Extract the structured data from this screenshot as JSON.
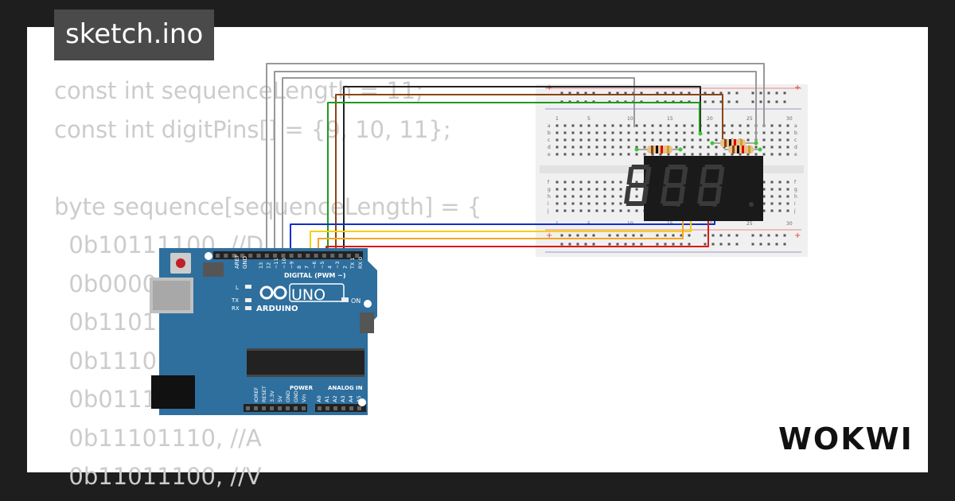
{
  "tab": {
    "filename": "sketch.ino"
  },
  "code_lines": [
    "const int sequenceLength = 11;",
    "const int digitPins[] = {9, 10, 11};",
    "",
    "byte sequence[sequenceLength] = {",
    "  0b10111100, //D",
    "  0b0000",
    "  0b1101",
    "  0b1110",
    "  0b0111",
    "  0b11101110, //A",
    "  0b11011100, //V"
  ],
  "arduino": {
    "model": "UNO",
    "brand": "ARDUINO",
    "digital_header": "DIGITAL (PWM ~)",
    "power_header": "POWER",
    "analog_header": "ANALOG IN",
    "aref": "AREF",
    "gnd": "GND",
    "led_l": "L",
    "led_tx": "TX",
    "led_rx": "RX",
    "led_on": "ON",
    "pins_digital": [
      "13",
      "12",
      "~11",
      "~10",
      "~9",
      "8",
      "7",
      "~6",
      "~5",
      "4",
      "~3",
      "2",
      "TX 1",
      "RX 0"
    ],
    "pins_power": [
      "IOREF",
      "RESET",
      "3.3V",
      "5V",
      "GND",
      "GND",
      "Vin"
    ],
    "pins_analog": [
      "A0",
      "A1",
      "A2",
      "A3",
      "A4",
      "A5"
    ]
  },
  "breadboard": {
    "columns_top": [
      "1",
      "5",
      "10",
      "15",
      "20",
      "25",
      "30"
    ],
    "columns_bottom": [
      "1",
      "5",
      "10",
      "15",
      "20",
      "25",
      "30"
    ],
    "rows_top": [
      "a",
      "b",
      "c",
      "d",
      "e"
    ],
    "rows_bottom": [
      "f",
      "g",
      "h",
      "i",
      "j"
    ],
    "plus": "+",
    "minus": "−"
  },
  "display": {
    "digits": 3
  },
  "brand": {
    "name": "WOKWI"
  },
  "colors": {
    "background": "#1e1e1e",
    "card": "#ffffff",
    "tab": "#4a4a4a",
    "code_text": "#cccccc",
    "arduino_blue": "#2e6f9e",
    "wire_gray": "#999999",
    "wire_black": "#222222",
    "wire_brown": "#8b4513",
    "wire_green": "#1e9b1e",
    "wire_blue": "#1030c8",
    "wire_orange": "#f5a623",
    "wire_yellow": "#f5d000",
    "wire_red": "#e01818"
  }
}
